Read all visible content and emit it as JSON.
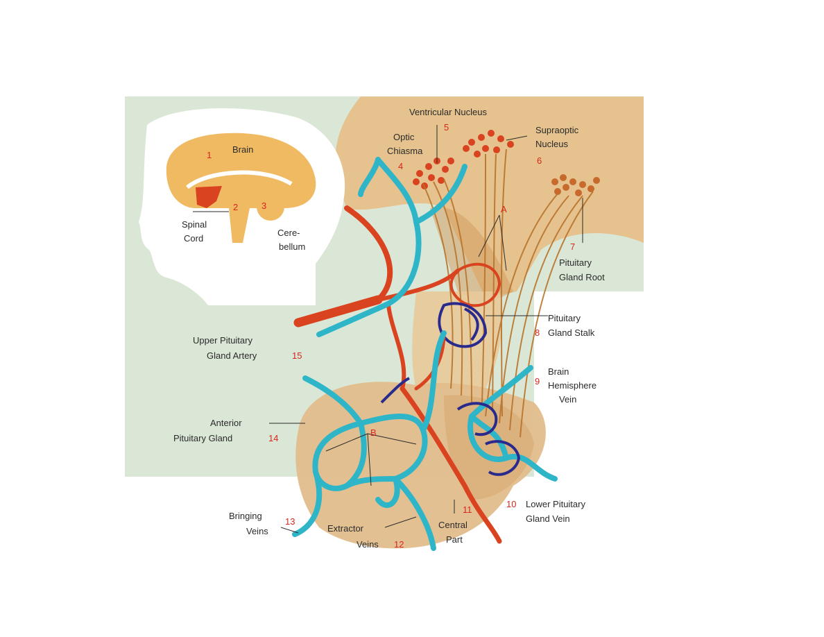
{
  "colors": {
    "background": "#ffffff",
    "panel": "#dbe7d6",
    "tissue": "#e6c08a",
    "tissue_dark": "#d19a5c",
    "artery": "#d9431f",
    "vein": "#2fb5c8",
    "deep_vein": "#2a2a8c",
    "label_text": "#2a2a2a",
    "number_text": "#d8261d"
  },
  "inset": {
    "labels": {
      "brain": "Brain",
      "brain_num": "1",
      "num2": "2",
      "num3": "3",
      "spinal": "Spinal",
      "cord": "Cord",
      "cere": "Cere-",
      "bellum": "bellum"
    }
  },
  "labels": {
    "ventricular_nucleus": "Ventricular Nucleus",
    "num5": "5",
    "optic_l1": "Optic",
    "optic_l2": "Chiasma",
    "num4": "4",
    "supraoptic_l1": "Supraoptic",
    "supraoptic_l2": "Nucleus",
    "num6": "6",
    "letter_a": "A",
    "num7": "7",
    "root_l1": "Pituitary",
    "root_l2": "Gland Root",
    "stalk_l1": "Pituitary",
    "num8": "8",
    "stalk_l2": "Gland Stalk",
    "hemi_l1": "Brain",
    "num9": "9",
    "hemi_l2": "Hemisphere",
    "hemi_l3": "Vein",
    "upper_l1": "Upper Pituitary",
    "upper_l2": "Gland Artery",
    "num15": "15",
    "anterior_l1": "Anterior",
    "anterior_l2": "Pituitary Gland",
    "num14": "14",
    "letter_b": "B",
    "bringing_l1": "Bringing",
    "num13": "13",
    "bringing_l2": "Veins",
    "extractor_l1": "Extractor",
    "extractor_l2": "Veins",
    "num12": "12",
    "central_l1": "Central",
    "central_l2": "Part",
    "num11": "11",
    "num10": "10",
    "lower_l1": "Lower Pituitary",
    "lower_l2": "Gland Vein"
  }
}
